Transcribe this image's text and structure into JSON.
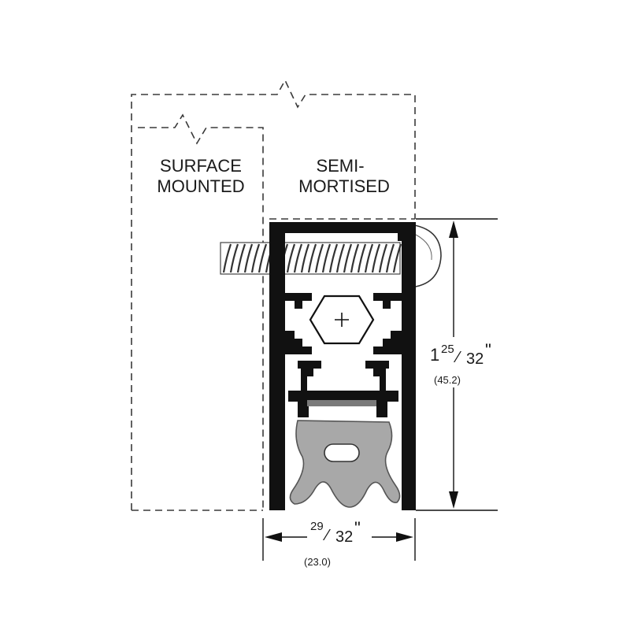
{
  "labels": {
    "surface_line1": "SURFACE",
    "surface_line2": "MOUNTED",
    "semi_line1": "SEMI-",
    "semi_line2": "MORTISED"
  },
  "height_dim": {
    "whole": "1",
    "numerator": "25",
    "slash": "⁄",
    "denominator": "32",
    "inch_mark": "\"",
    "metric": "(45.2)"
  },
  "width_dim": {
    "numerator": "29",
    "slash": "⁄",
    "denominator": "32",
    "inch_mark": "\"",
    "metric": "(23.0)"
  },
  "colors": {
    "extrusion": "#111111",
    "seal": "#a8a8a8",
    "seal_dark": "#8a8a8a",
    "line": "#3a3a3a"
  },
  "icons": {
    "screw": "screw-icon",
    "nut": "hex-nut-icon"
  }
}
